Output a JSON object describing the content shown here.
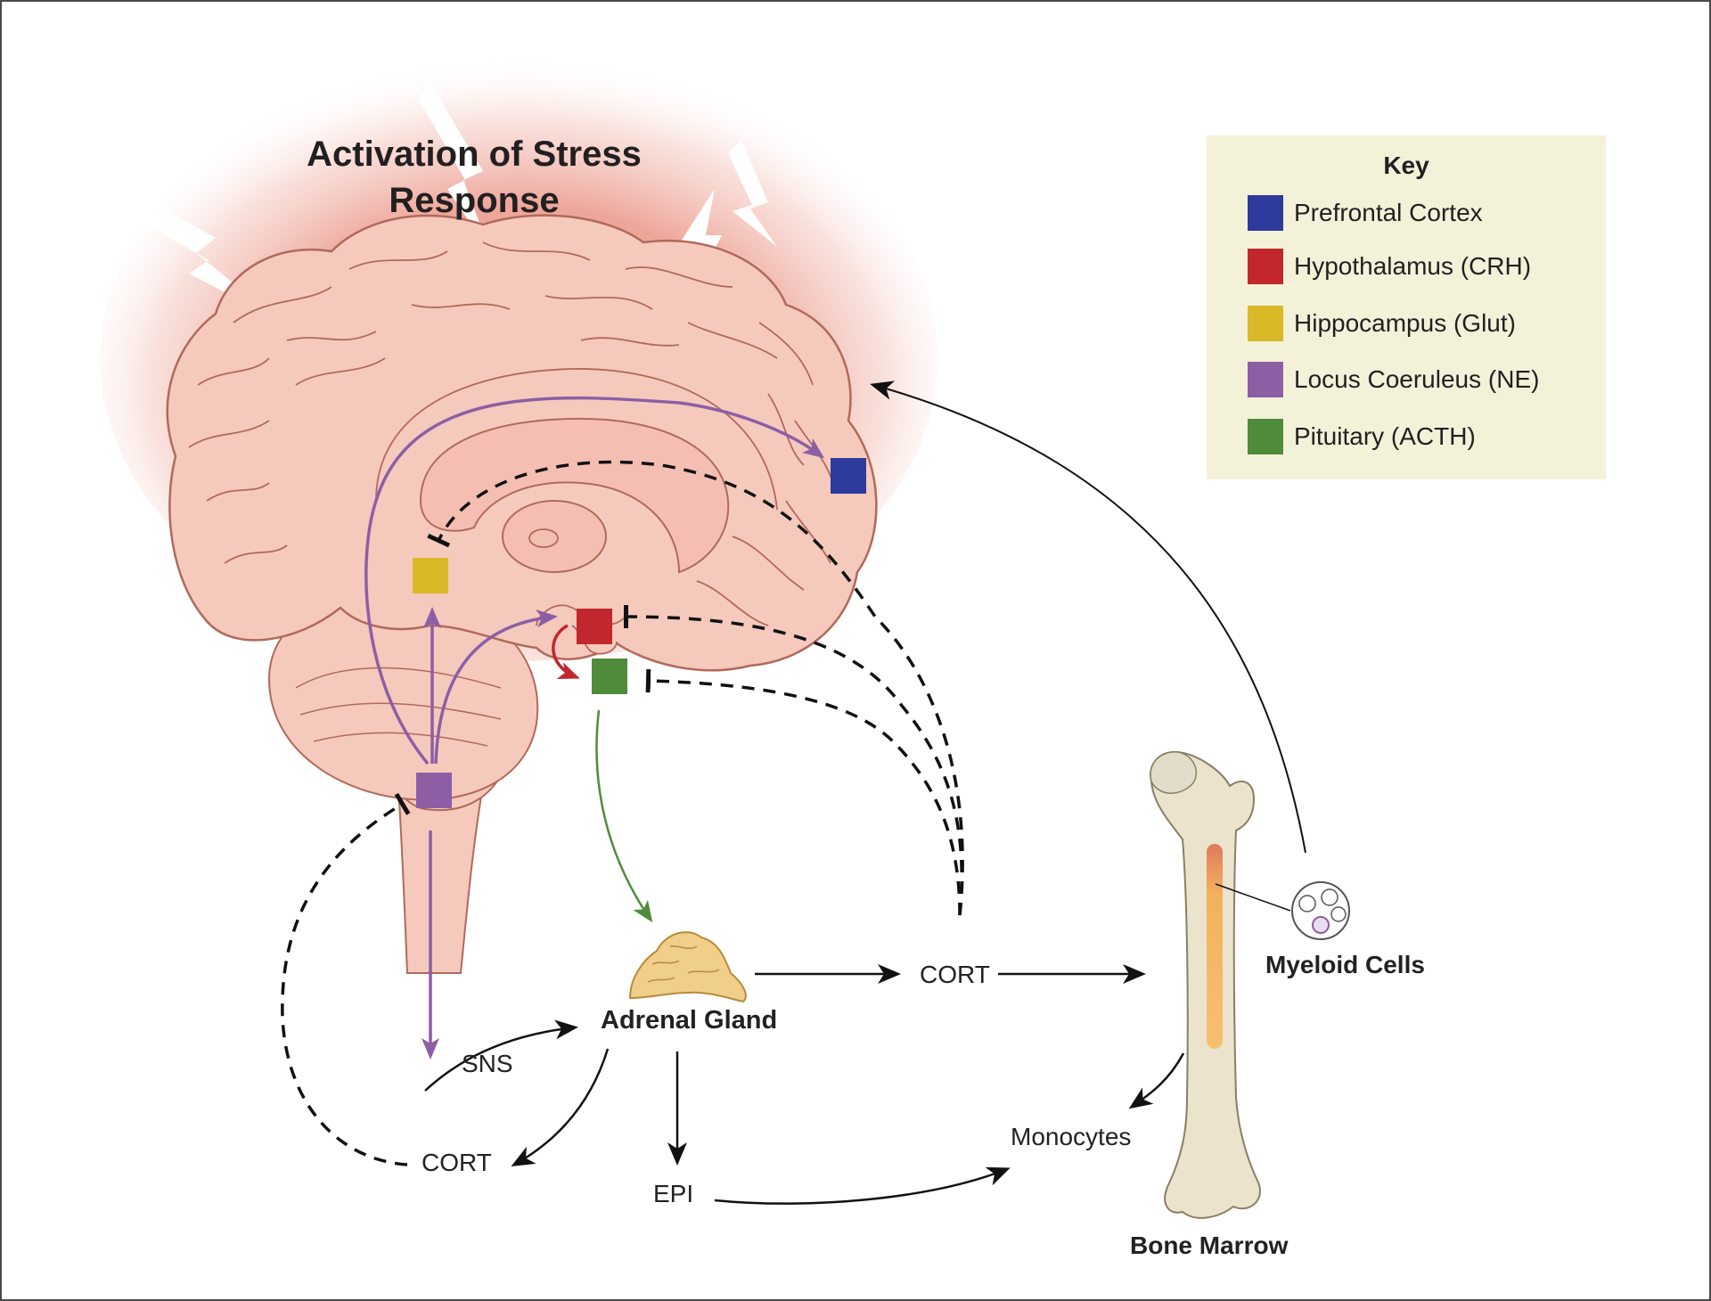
{
  "title": "Activation of Stress Response",
  "legend": {
    "title": "Key",
    "items": [
      {
        "label": "Prefrontal Cortex",
        "color": "#2e3a9c"
      },
      {
        "label": "Hypothalamus (CRH)",
        "color": "#c1272d"
      },
      {
        "label": "Hippocampus (Glut)",
        "color": "#d9b928"
      },
      {
        "label": "Locus Coeruleus (NE)",
        "color": "#8e5ea5"
      },
      {
        "label": "Pituitary (ACTH)",
        "color": "#4f8b3a"
      }
    ]
  },
  "labels": {
    "sns": "SNS",
    "cort_left": "CORT",
    "cort_right": "CORT",
    "epi": "EPI",
    "adrenal_gland": "Adrenal Gland",
    "monocytes": "Monocytes",
    "bone_marrow": "Bone Marrow",
    "myeloid_cells": "Myeloid Cells"
  },
  "colors": {
    "brain_fill": "#f6c9bd",
    "brain_stroke": "#b06a5b",
    "glow": "#e8897a",
    "bone_fill": "#ebe3cc",
    "adrenal_fill": "#f0cf8a",
    "arrow_purple": "#8e5ea5",
    "arrow_red": "#c1272d",
    "arrow_green": "#4f8b3a",
    "arrow_black": "#111111"
  }
}
